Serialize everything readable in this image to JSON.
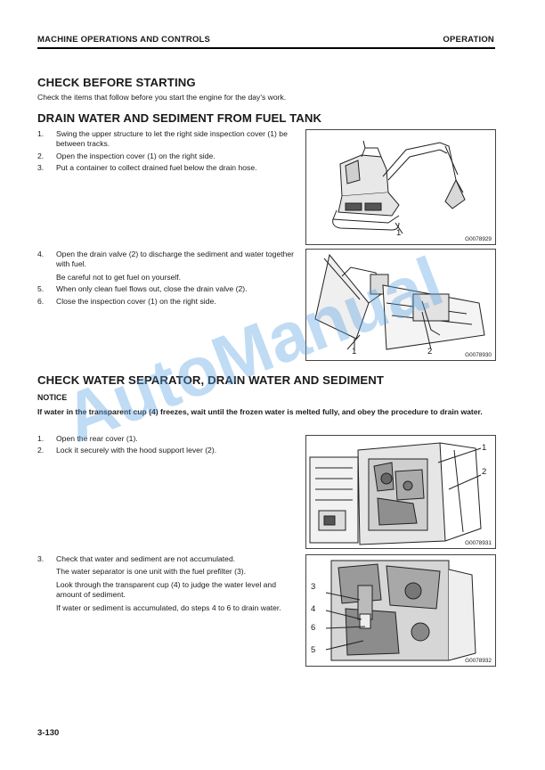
{
  "header": {
    "left": "MACHINE OPERATIONS AND CONTROLS",
    "right": "OPERATION"
  },
  "check_before": {
    "title": "CHECK BEFORE STARTING",
    "intro": "Check the items that follow before you start the engine for the day's work."
  },
  "drain_fuel": {
    "title": "DRAIN WATER AND SEDIMENT FROM FUEL TANK",
    "steps": [
      {
        "num": "1.",
        "text": "Swing the upper structure to let the right side inspection cover (1) be between tracks."
      },
      {
        "num": "2.",
        "text": "Open the inspection cover (1) on the right side."
      },
      {
        "num": "3.",
        "text": "Put a container to collect drained fuel below the drain hose."
      },
      {
        "num": "4.",
        "text": "Open the drain valve (2) to discharge the sediment and water together with fuel.",
        "sub": "Be careful not to get fuel on yourself."
      },
      {
        "num": "5.",
        "text": "When only clean fuel flows out, close the drain valve (2)."
      },
      {
        "num": "6.",
        "text": "Close the inspection cover (1) on the right side."
      }
    ],
    "fig1": {
      "code": "G0078929",
      "callouts": [
        "1"
      ]
    },
    "fig2": {
      "code": "G0078930",
      "callouts": [
        "1",
        "2"
      ]
    }
  },
  "water_sep": {
    "title": "CHECK WATER SEPARATOR, DRAIN WATER AND SEDIMENT",
    "notice_title": "NOTICE",
    "notice_text": "If water in the transparent cup (4) freezes, wait until the frozen water is melted fully, and obey the procedure to drain water.",
    "steps": [
      {
        "num": "1.",
        "text": "Open the rear cover (1)."
      },
      {
        "num": "2.",
        "text": "Lock it securely with the hood support lever (2)."
      },
      {
        "num": "3.",
        "text": "Check that water and sediment are not accumulated.",
        "subs": [
          "The water separator is one unit with the fuel prefilter (3).",
          "Look through the transparent cup (4) to judge the water level and amount of sediment.",
          "If water or sediment is accumulated, do steps 4 to 6 to drain water."
        ]
      }
    ],
    "fig3": {
      "code": "G0078931",
      "callouts": [
        "1",
        "2"
      ]
    },
    "fig4": {
      "code": "G0078932",
      "callouts": [
        "3",
        "4",
        "6",
        "5"
      ]
    }
  },
  "watermark": "AutoManual",
  "footer": {
    "page": "3-130"
  }
}
